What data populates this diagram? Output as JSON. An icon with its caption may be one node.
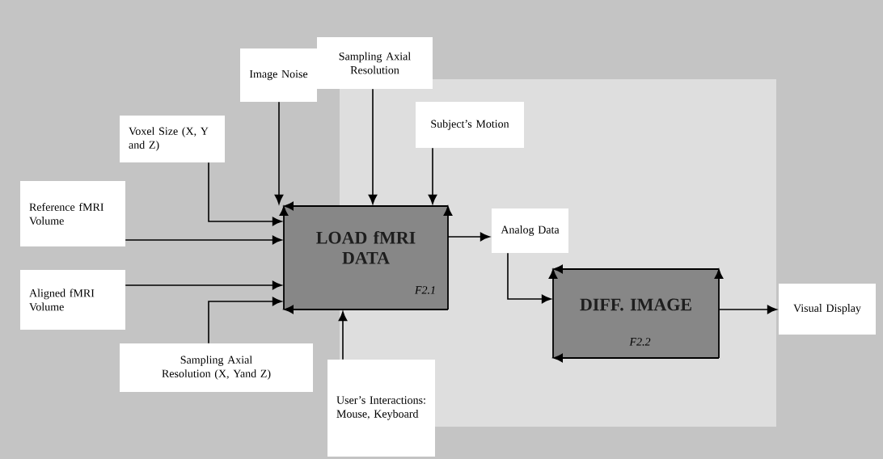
{
  "diagram": {
    "nodes": [
      {
        "text": [
          "Sampling Axial Resolution"
        ]
      },
      {
        "text": [
          "Image Noise"
        ]
      },
      {
        "text": [
          "Subject’s Motion"
        ]
      },
      {
        "text": [
          "Voxel Size (X, Y and Z)"
        ]
      },
      {
        "text": [
          "Reference fMRI Volume"
        ]
      },
      {
        "text": [
          "LOAD fMRI DATA",
          "F2.1"
        ]
      },
      {
        "text": [
          "Analog Data"
        ]
      },
      {
        "text": [
          "Aligned fMRI Volume"
        ]
      },
      {
        "text": [
          "DIFF. IMAGE",
          "F2.2"
        ]
      },
      {
        "text": [
          "Visual Display"
        ]
      },
      {
        "text": [
          "Sampling Axial Resolution (X, Yand Z)"
        ]
      },
      {
        "text": [
          "User’s Interactions: Mouse, Keyboard"
        ]
      }
    ],
    "edges": [
      {
        "from": 0,
        "to": 5,
        "arrow": "to"
      },
      {
        "from": 1,
        "to": 5,
        "arrow": "to"
      },
      {
        "from": 2,
        "to": 5,
        "arrow": "to"
      },
      {
        "from": 3,
        "to": 5,
        "arrow": "to"
      },
      {
        "from": 4,
        "to": 5,
        "arrow": "to"
      },
      {
        "from": 7,
        "to": 5,
        "arrow": "to"
      },
      {
        "from": 10,
        "to": 5,
        "arrow": "to"
      },
      {
        "from": 11,
        "to": 5,
        "arrow": "to"
      },
      {
        "from": 5,
        "to": 6,
        "arrow": "to"
      },
      {
        "from": 6,
        "to": 8,
        "arrow": "to"
      },
      {
        "from": 8,
        "to": 9,
        "arrow": "to"
      }
    ]
  }
}
